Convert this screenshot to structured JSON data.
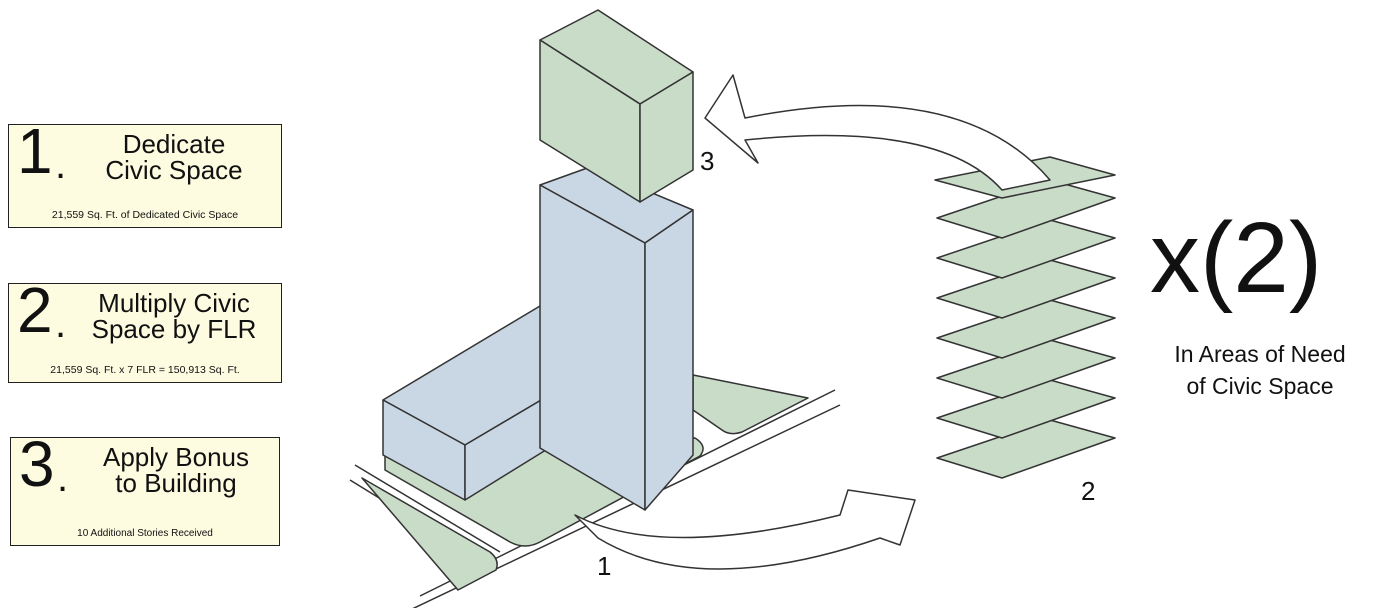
{
  "steps": [
    {
      "number": "1",
      "dot": ".",
      "title": "Dedicate\nCivic Space",
      "subtitle": "21,559 Sq. Ft. of Dedicated Civic Space"
    },
    {
      "number": "2",
      "dot": ".",
      "title": "Multiply Civic\nSpace by FLR",
      "subtitle": "21,559 Sq. Ft. x 7 FLR = 150,913 Sq. Ft."
    },
    {
      "number": "3",
      "dot": ".",
      "title": "Apply Bonus\nto Building",
      "subtitle": "10 Additional Stories Received"
    }
  ],
  "multiplier": "x(2)",
  "need_text": "In Areas of Need\nof Civic Space",
  "labels": {
    "one": "1",
    "two": "2",
    "three": "3"
  },
  "colors": {
    "box_fill": "#fdfbe0",
    "building_fill": "#c9d6e4",
    "civic_fill": "#c8dcc8",
    "outline": "#333333"
  }
}
